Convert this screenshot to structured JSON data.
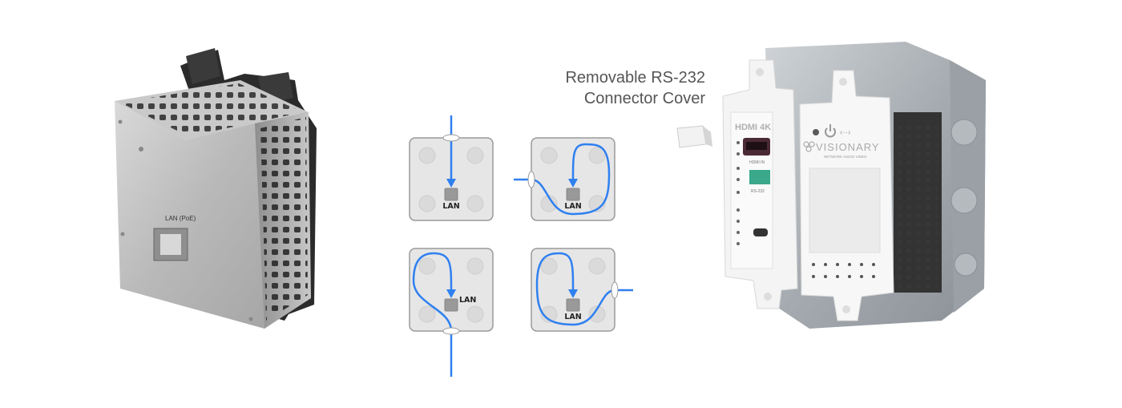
{
  "caption": {
    "line1": "Removable RS-232",
    "line2": "Connector Cover"
  },
  "left_product": {
    "port_label": "LAN (PoE)"
  },
  "diagrams": [
    {
      "port_label": "LAN",
      "entry": "top"
    },
    {
      "port_label": "LAN",
      "entry": "left"
    },
    {
      "port_label": "LAN",
      "entry": "bottom"
    },
    {
      "port_label": "LAN",
      "entry": "right"
    }
  ],
  "right_product": {
    "hdmi_logo": "HDMI 4K",
    "hdmi_port_label": "HDMI IN",
    "rs232_label": "RS-232",
    "brand": "VISIONARY",
    "brand_sub": "NETWORK AUDIO VIDEO"
  },
  "colors": {
    "cable": "#2f80f0",
    "box": "#e6e6e6",
    "box_border": "#9a9a9a",
    "port": "#999999",
    "caption": "#555555"
  }
}
